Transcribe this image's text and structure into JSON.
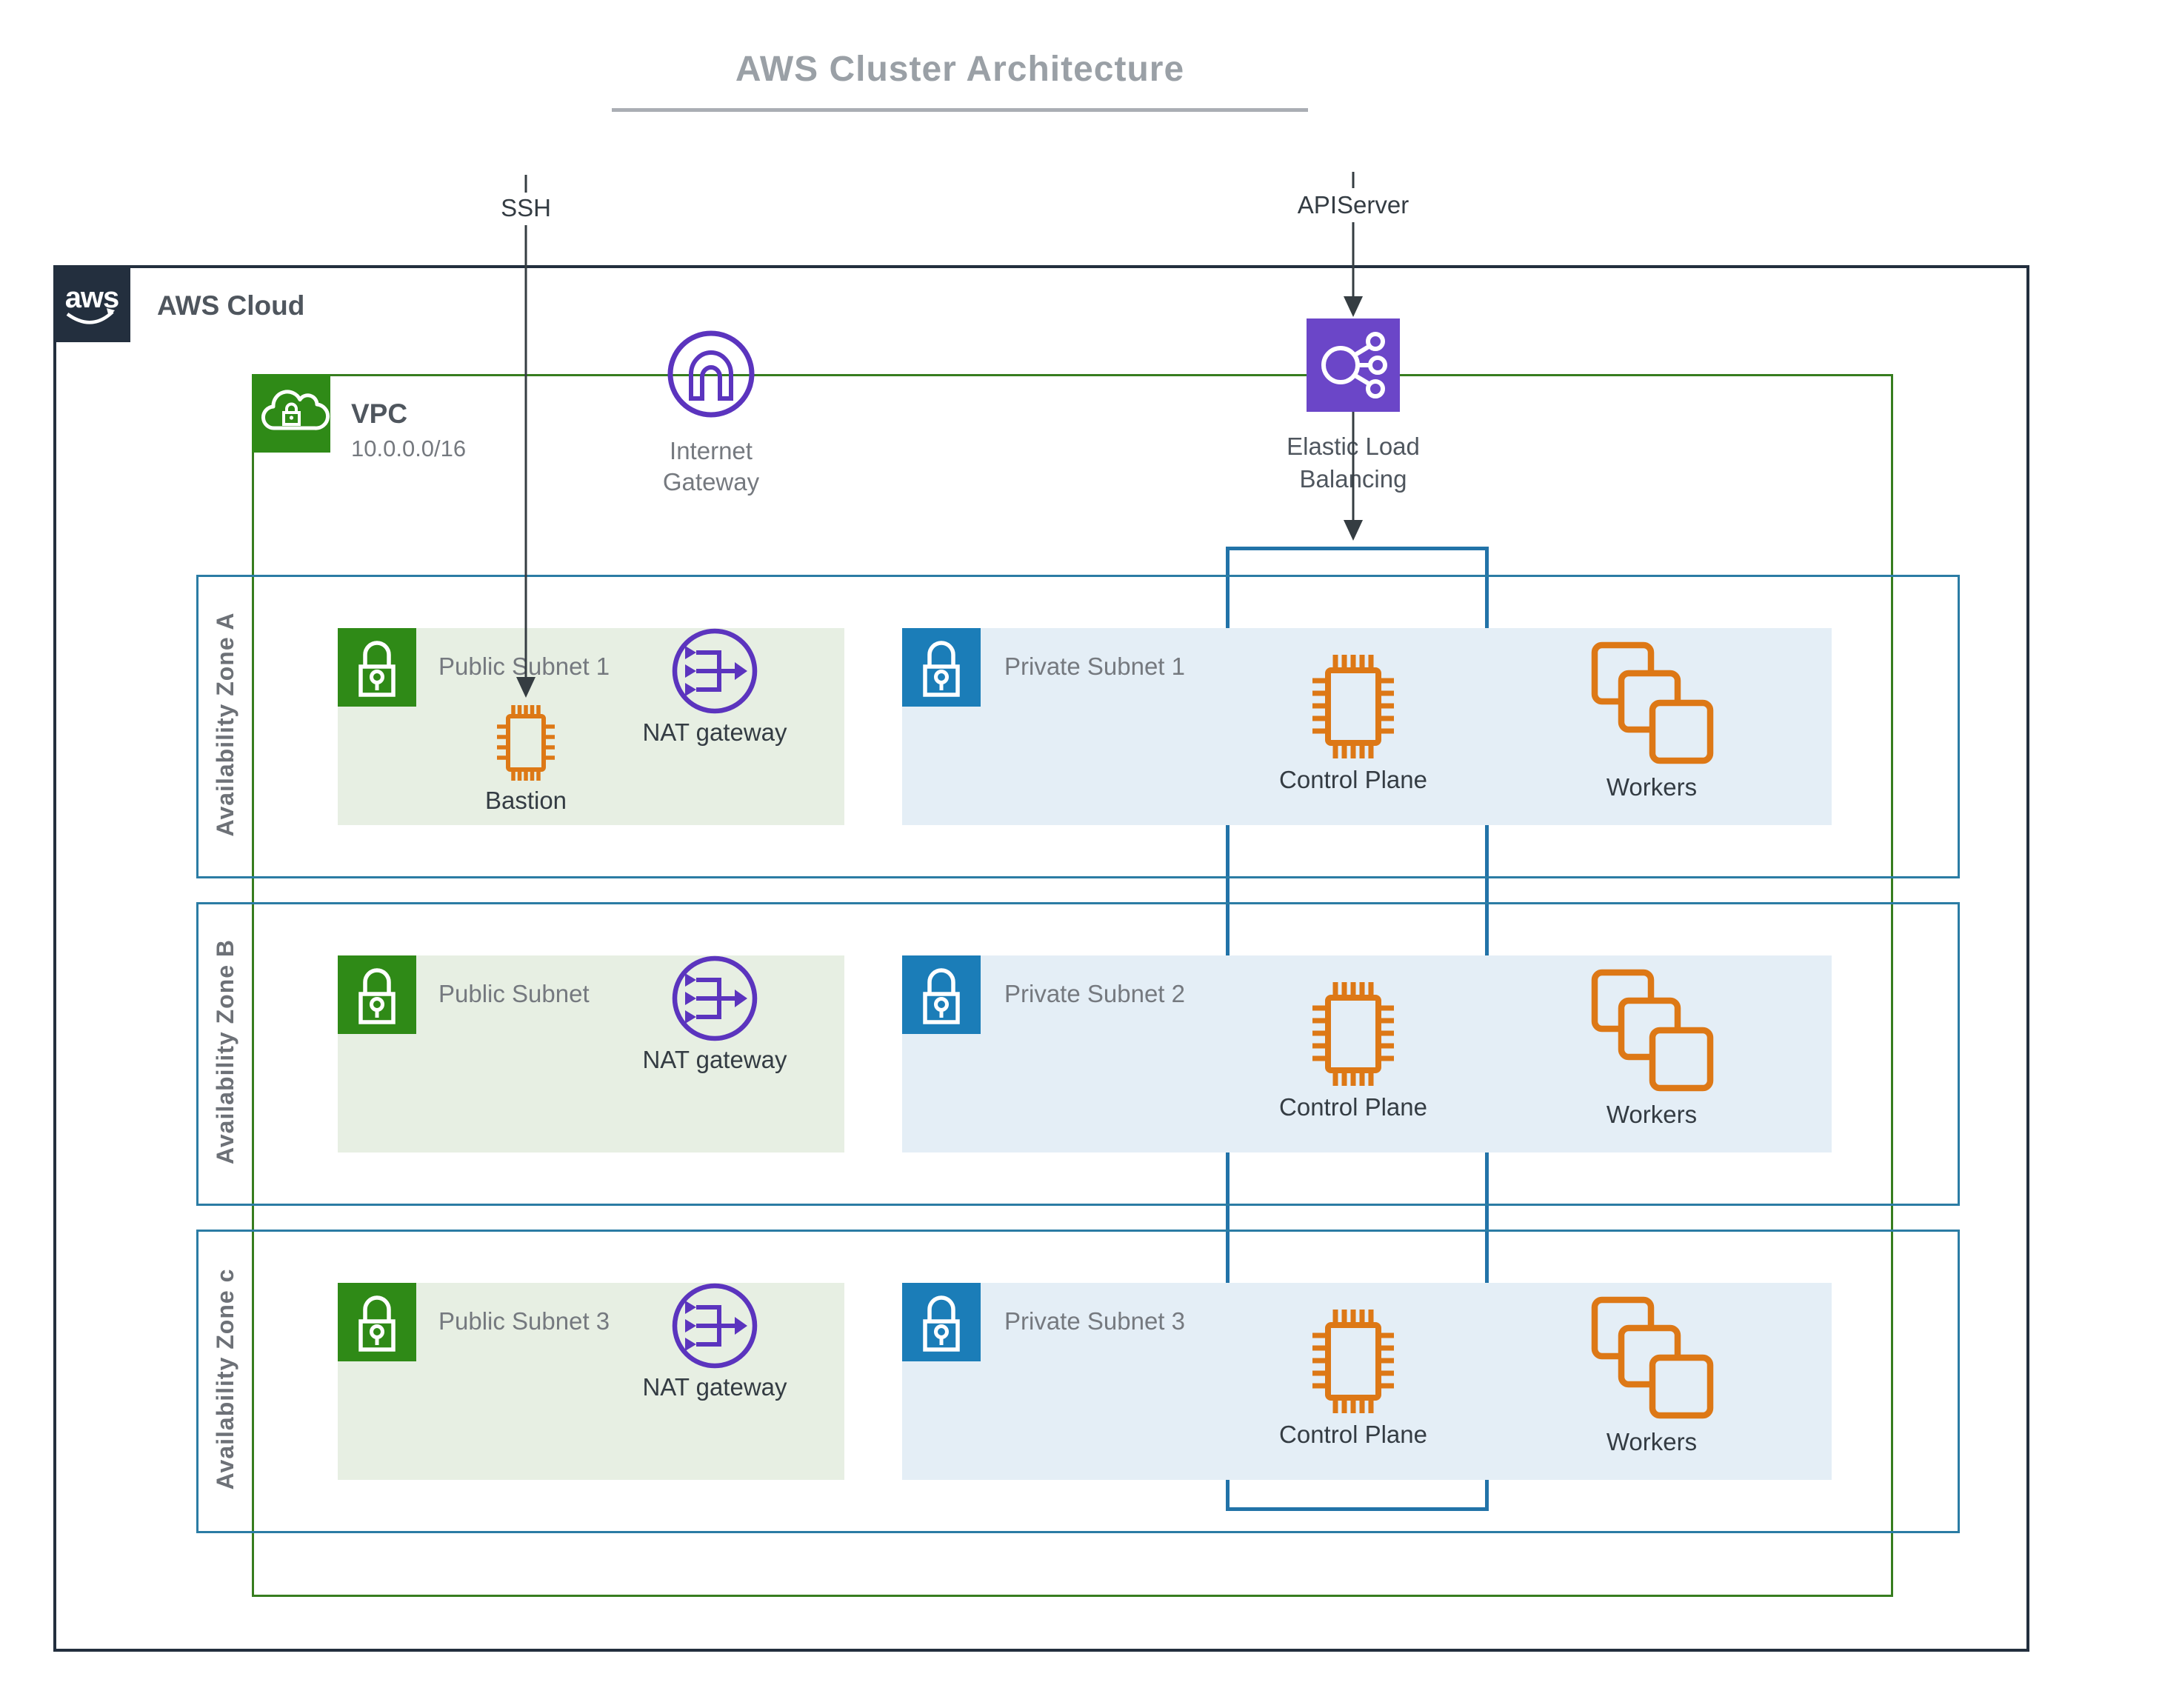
{
  "diagram_title": "AWS Cluster Architecture",
  "external_labels": {
    "ssh": "SSH",
    "apiserver": "APIServer"
  },
  "cloud": {
    "label": "AWS Cloud",
    "logo_text": "aws"
  },
  "vpc": {
    "label": "VPC",
    "cidr": "10.0.0.0/16"
  },
  "internet_gateway": {
    "line1": "Internet",
    "line2": "Gateway"
  },
  "elastic_load_balancing": {
    "line1": "Elastic Load",
    "line2": "Balancing"
  },
  "zones": [
    {
      "label": "Availability Zone A",
      "public_subnet": "Public Subnet 1",
      "private_subnet": "Private Subnet 1",
      "nat_gateway": "NAT gateway",
      "bastion": "Bastion",
      "control_plane": "Control Plane",
      "workers": "Workers"
    },
    {
      "label": "Availability Zone B",
      "public_subnet": "Public Subnet",
      "private_subnet": "Private Subnet 2",
      "nat_gateway": "NAT gateway",
      "control_plane": "Control Plane",
      "workers": "Workers"
    },
    {
      "label": "Availability Zone c",
      "public_subnet": "Public Subnet 3",
      "private_subnet": "Private Subnet 3",
      "nat_gateway": "NAT gateway",
      "control_plane": "Control Plane",
      "workers": "Workers"
    }
  ],
  "colors": {
    "aws-navy": "#232f3e",
    "vpc-green": "#377d1f",
    "subnet-green-icon": "#2f8a17",
    "subnet-green-fill": "#e7efe3",
    "subnet-blue-fill": "#e4eef6",
    "subnet-blue-icon": "#1b7db8",
    "az-blue": "#2b7ca4",
    "purple": "#5b34be",
    "elb-purple": "#6b46c8",
    "orange": "#dd7816",
    "arrow": "#353d42",
    "title-gray": "#9aa0a6",
    "label-gray": "#75797f",
    "label-dark": "#343c43"
  }
}
